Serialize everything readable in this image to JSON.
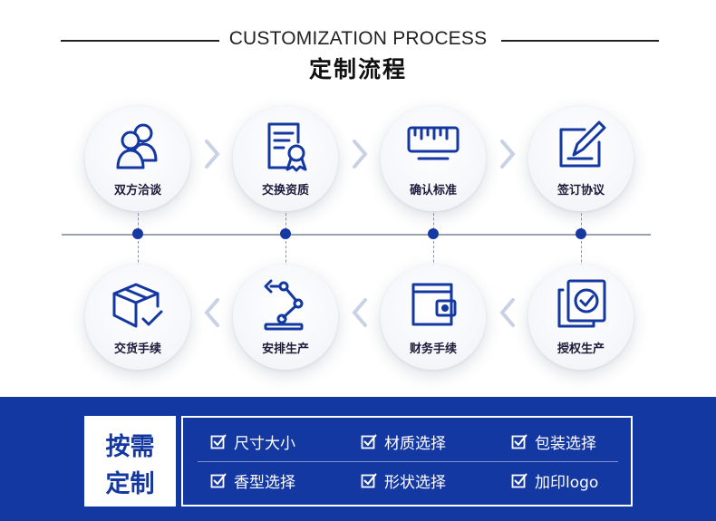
{
  "header": {
    "title_en": "CUSTOMIZATION PROCESS",
    "title_cn": "定制流程"
  },
  "steps": [
    {
      "label": "双方洽谈",
      "icon": "people-icon"
    },
    {
      "label": "交换资质",
      "icon": "certificate-icon"
    },
    {
      "label": "确认标准",
      "icon": "ruler-icon"
    },
    {
      "label": "签订协议",
      "icon": "sign-pen-icon"
    },
    {
      "label": "授权生产",
      "icon": "authorize-icon"
    },
    {
      "label": "财务手续",
      "icon": "wallet-icon"
    },
    {
      "label": "安排生产",
      "icon": "robot-arm-icon"
    },
    {
      "label": "交货手续",
      "icon": "box-delivery-icon"
    }
  ],
  "ondemand": {
    "line1": "按需",
    "line2": "定制"
  },
  "options": [
    "尺寸大小",
    "材质选择",
    "包装选择",
    "香型选择",
    "形状选择",
    "加印logo"
  ],
  "colors": {
    "brand_blue": "#1438a1",
    "dot_blue": "#1538a3",
    "chevron": "#c9d1e4",
    "text_dark": "#1b1b3a"
  }
}
